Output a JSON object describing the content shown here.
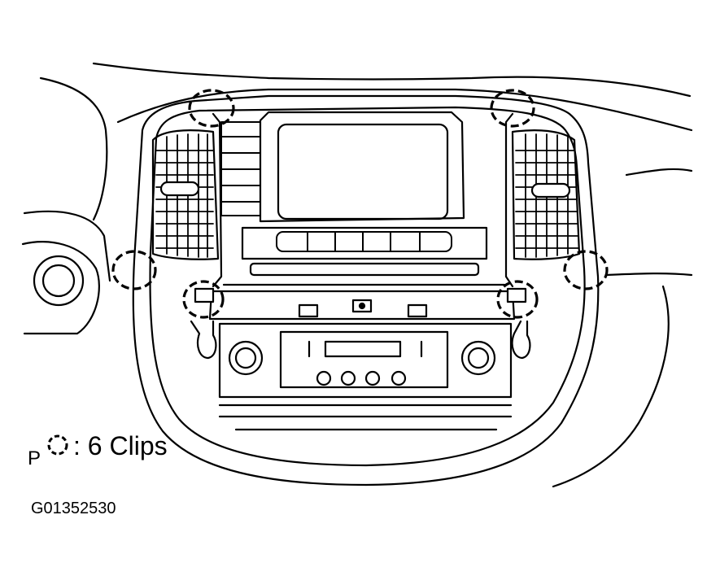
{
  "legend": {
    "symbol_letter": "P",
    "clip_icon": "dashed-circle-icon",
    "label": ": 6 Clips"
  },
  "figure_id": "G01352530",
  "colors": {
    "line": "#000000",
    "background": "#ffffff"
  }
}
